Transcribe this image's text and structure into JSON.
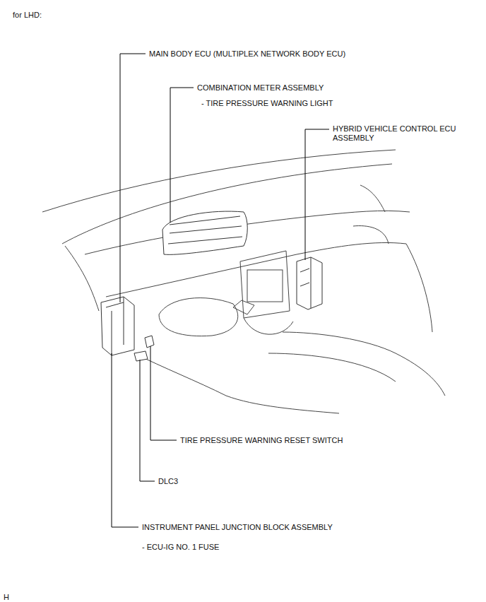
{
  "diagram": {
    "title": "for LHD:",
    "labels": [
      "MAIN BODY ECU (MULTIPLEX NETWORK BODY ECU)",
      "COMBINATION METER ASSEMBLY",
      "- TIRE PRESSURE WARNING LIGHT",
      "HYBRID VEHICLE CONTROL ECU ASSEMBLY",
      "TIRE PRESSURE WARNING RESET SWITCH",
      "DLC3",
      "INSTRUMENT PANEL JUNCTION BLOCK ASSEMBLY",
      "- ECU-IG NO. 1 FUSE",
      "H"
    ]
  }
}
